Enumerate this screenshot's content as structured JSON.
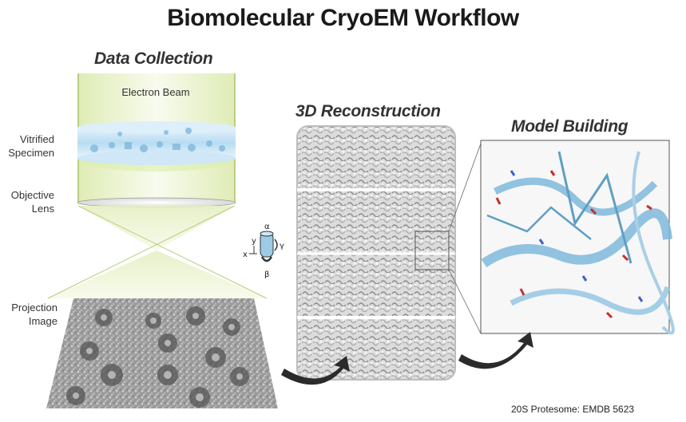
{
  "title": "Biomolecular CryoEM Workflow",
  "sections": {
    "data_collection": "Data Collection",
    "reconstruction": "3D Reconstruction",
    "model_building": "Model Building"
  },
  "labels": {
    "electron_beam": "Electron Beam",
    "vitrified_specimen": "Vitrified\nSpecimen",
    "objective_lens": "Objective\nLens",
    "projection_image": "Projection\nImage"
  },
  "axes": {
    "alpha": "α",
    "beta": "β",
    "gamma": "γ",
    "x": "x",
    "y": "y"
  },
  "credit": "20S Protesome: EMDB 5623",
  "colors": {
    "beam": "#eef5d8",
    "beam_edge": "#a8c06a",
    "specimen": "#bfe0f4",
    "protein": "#7fb9dc",
    "density": "#cfcfcf",
    "arrow": "#2b2b2b"
  }
}
